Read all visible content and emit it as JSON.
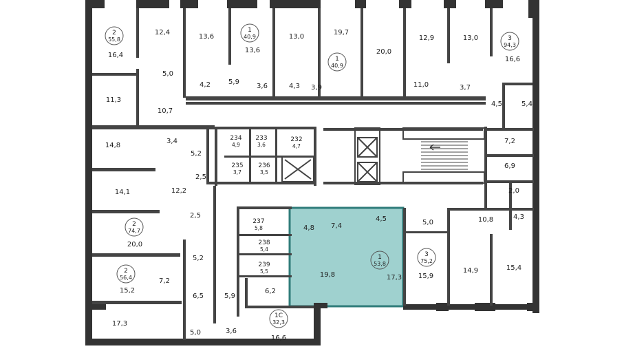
{
  "colors": {
    "wall": "#333333",
    "thin_wall": "#444444",
    "highlight_fill": "#9fd1cf",
    "highlight_stroke": "#2f7c7a",
    "background": "#ffffff",
    "text": "#222222"
  },
  "apartments": [
    {
      "id": "apt-2-55-8",
      "rooms": "2",
      "area": "55,8"
    },
    {
      "id": "apt-1-40-9-top",
      "rooms": "1",
      "area": "40,9"
    },
    {
      "id": "apt-1-40-9-mid",
      "rooms": "1",
      "area": "40,9"
    },
    {
      "id": "apt-3-94-3",
      "rooms": "3",
      "area": "94,3"
    },
    {
      "id": "apt-2-74-7",
      "rooms": "2",
      "area": "74,7"
    },
    {
      "id": "apt-2-56-4",
      "rooms": "2",
      "area": "56,4"
    },
    {
      "id": "apt-1c-32-3",
      "rooms": "1C",
      "area": "32,3"
    },
    {
      "id": "apt-1-53-8",
      "rooms": "1",
      "area": "53,8"
    },
    {
      "id": "apt-3-75-2",
      "rooms": "3",
      "area": "75,2"
    }
  ],
  "units": [
    {
      "number": "234",
      "area": "4,9"
    },
    {
      "number": "233",
      "area": "3,6"
    },
    {
      "number": "232",
      "area": "4,7"
    },
    {
      "number": "235",
      "area": "3,7"
    },
    {
      "number": "236",
      "area": "3,5"
    },
    {
      "number": "237",
      "area": "5,8"
    },
    {
      "number": "238",
      "area": "5,4"
    },
    {
      "number": "239",
      "area": "5,5"
    }
  ],
  "rooms": [
    "16,4",
    "12,4",
    "13,6",
    "13,6",
    "13,0",
    "19,7",
    "20,0",
    "12,9",
    "13,0",
    "16,6",
    "5,0",
    "4,2",
    "5,9",
    "3,6",
    "4,3",
    "3,9",
    "11,0",
    "3,7",
    "4,5",
    "5,4",
    "11,3",
    "10,7",
    "14,8",
    "3,4",
    "5,2",
    "2,5",
    "7,2",
    "6,9",
    "2,0",
    "14,1",
    "12,2",
    "2,5",
    "4,8",
    "7,4",
    "4,5",
    "5,0",
    "10,8",
    "4,3",
    "20,0",
    "5,2",
    "19,8",
    "17,3",
    "15,9",
    "14,9",
    "15,4",
    "15,2",
    "7,2",
    "6,5",
    "5,9",
    "6,2",
    "17,3",
    "5,0",
    "3,6",
    "16,6"
  ]
}
